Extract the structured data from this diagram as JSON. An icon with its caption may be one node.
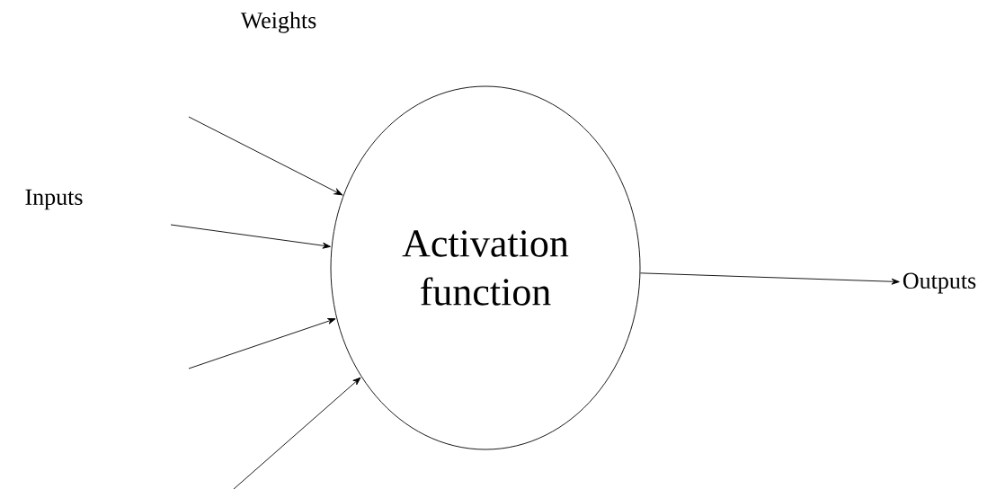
{
  "diagram": {
    "nodes": [
      {
        "text": [
          "Activation function"
        ]
      },
      {
        "text": [
          "Outputs"
        ]
      }
    ],
    "edges": [
      {
        "from": null,
        "to": 0,
        "arrow": "to"
      },
      {
        "from": null,
        "to": 0,
        "arrow": "to"
      },
      {
        "from": null,
        "to": 0,
        "arrow": "to"
      },
      {
        "from": null,
        "to": 0,
        "arrow": "to"
      },
      {
        "from": 0,
        "to": 1,
        "arrow": "to"
      }
    ],
    "labels": [
      "Weights",
      "Inputs"
    ]
  }
}
